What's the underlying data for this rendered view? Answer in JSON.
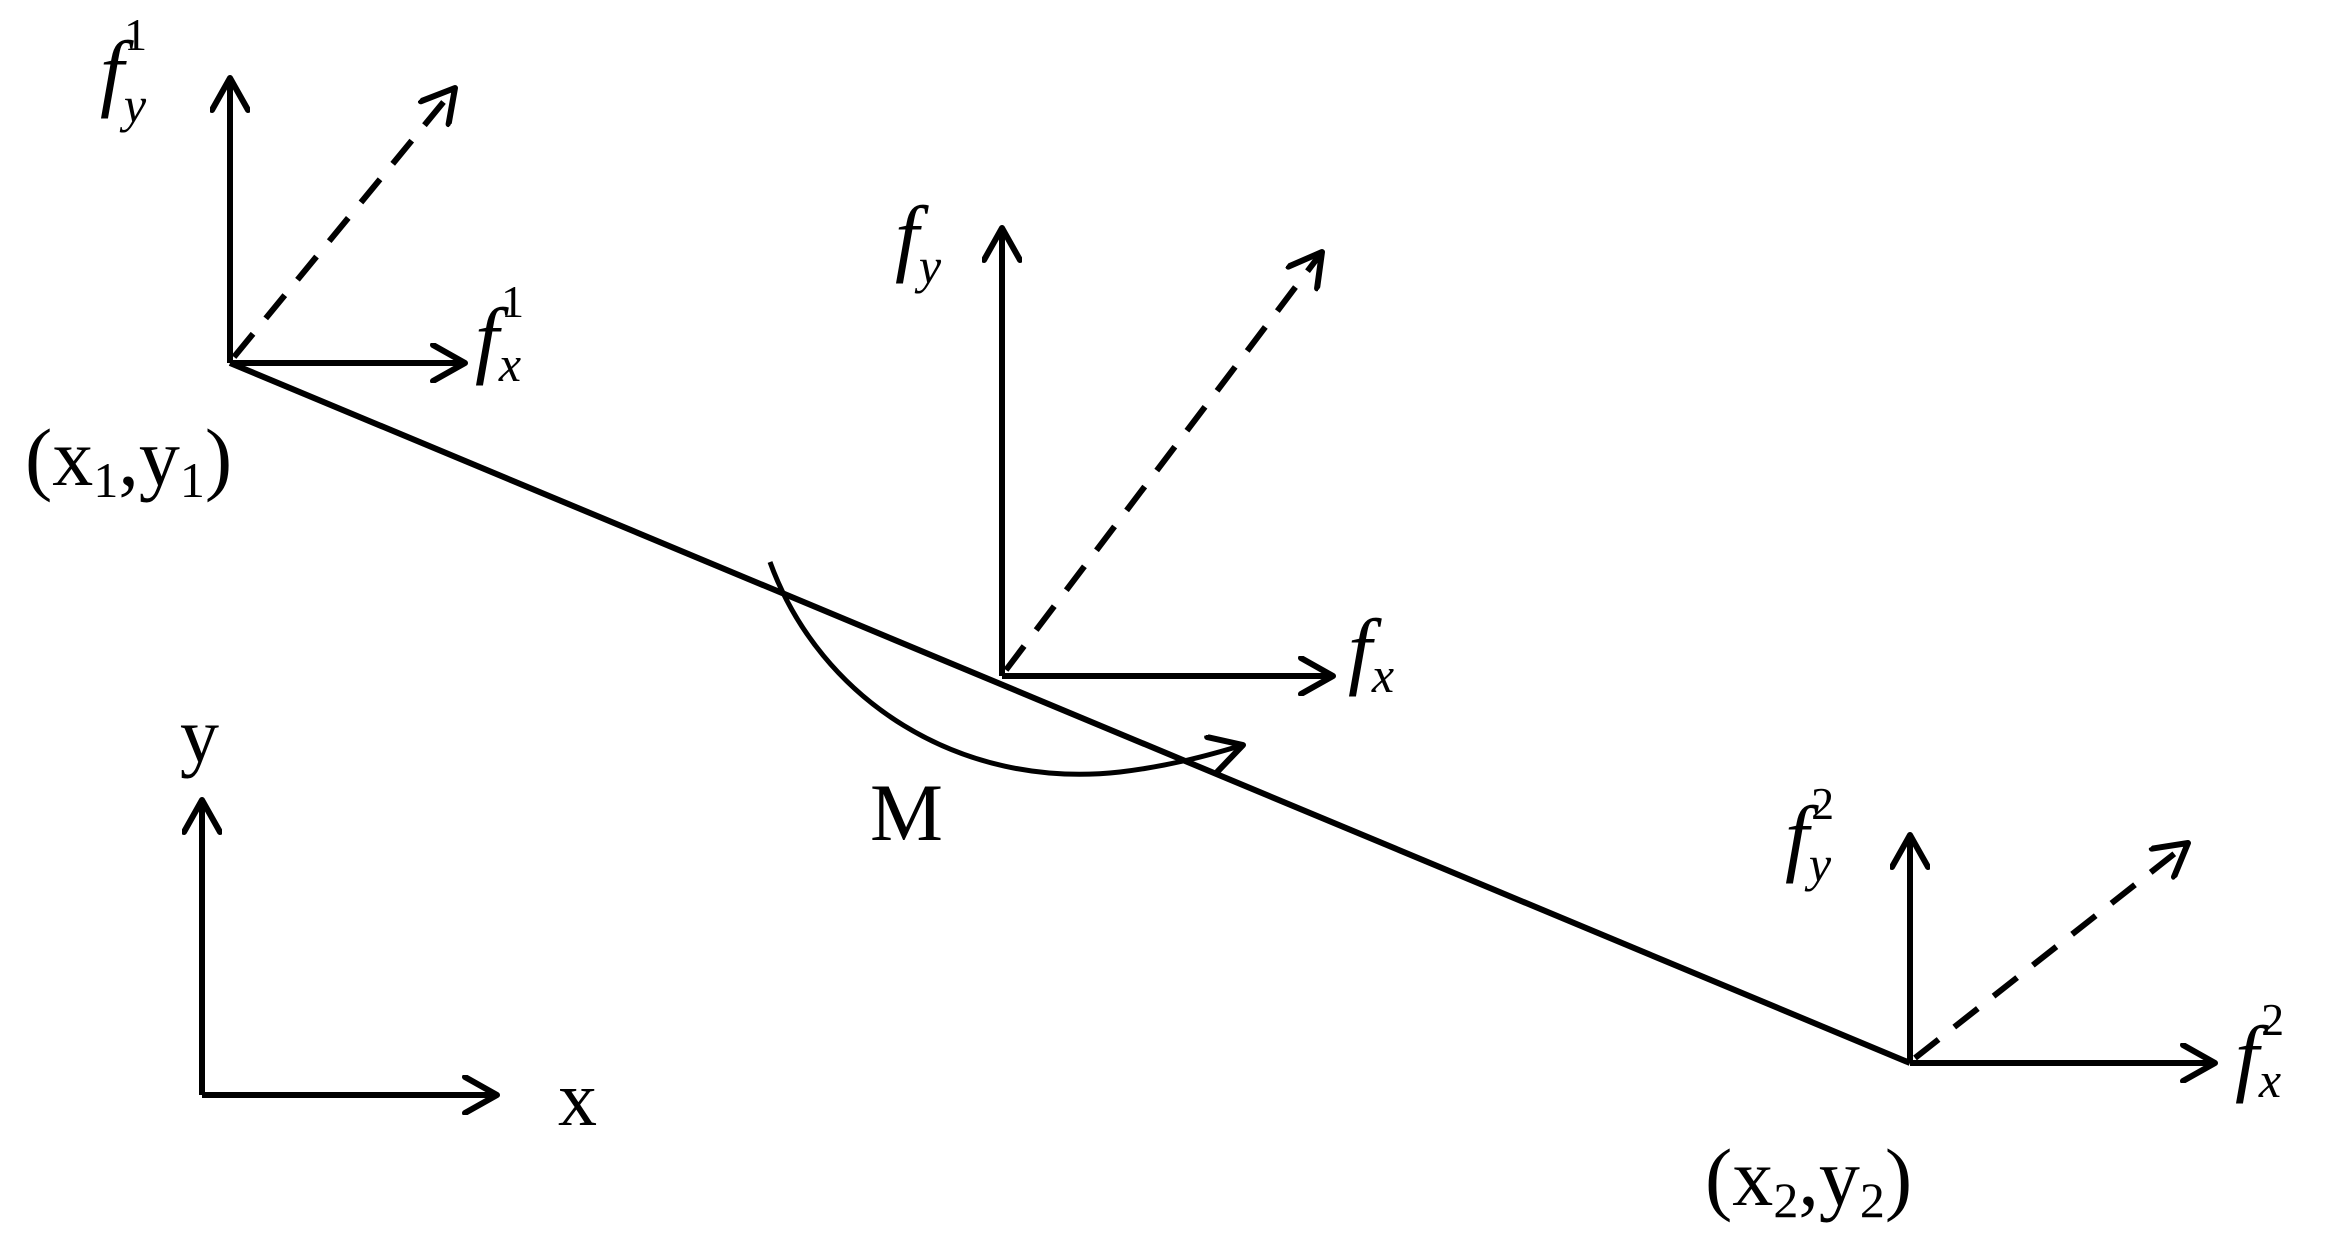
{
  "diagram": {
    "type": "free-body diagram of a beam element",
    "colors": {
      "stroke": "#000000",
      "background": "#ffffff"
    },
    "beam": {
      "from": [
        230,
        363
      ],
      "to": [
        1910,
        1063
      ]
    },
    "nodes": [
      {
        "id": "node-1",
        "coord_label": {
          "open": "(x",
          "sub1": "1",
          "mid": ",y",
          "sub2": "1",
          "close": ")"
        },
        "fx": {
          "base": "f",
          "sub": "x",
          "sup": "1"
        },
        "fy": {
          "base": "f",
          "sub": "y",
          "sup": "1"
        }
      },
      {
        "id": "midpoint",
        "fx": {
          "base": "f",
          "sub": "x"
        },
        "fy": {
          "base": "f",
          "sub": "y"
        },
        "moment": "M"
      },
      {
        "id": "node-2",
        "coord_label": {
          "open": "(x",
          "sub1": "2",
          "mid": ",y",
          "sub2": "2",
          "close": ")"
        },
        "fx": {
          "base": "f",
          "sub": "x",
          "sup": "2"
        },
        "fy": {
          "base": "f",
          "sub": "y",
          "sup": "2"
        }
      }
    ],
    "axes": {
      "x_label": "x",
      "y_label": "y"
    }
  }
}
